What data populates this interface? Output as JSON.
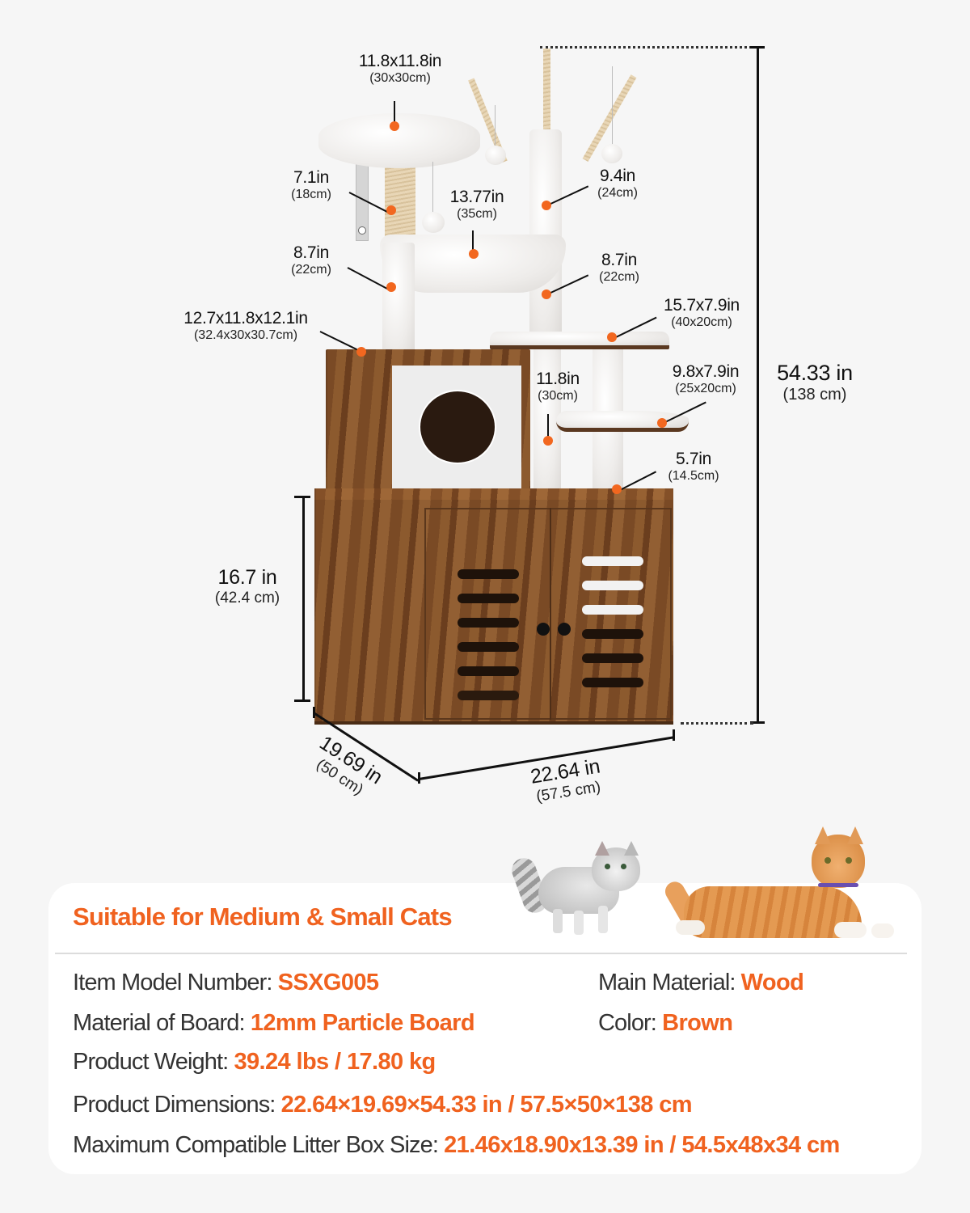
{
  "accent_color": "#f0621f",
  "dimensions": {
    "top_perch": {
      "main": "11.8x11.8in",
      "sub": "(30x30cm)"
    },
    "sisal_post": {
      "main": "7.1in",
      "sub": "(18cm)"
    },
    "hammock": {
      "main": "13.77in",
      "sub": "(35cm)"
    },
    "left_post": {
      "main": "8.7in",
      "sub": "(22cm)"
    },
    "condo": {
      "main": "12.7x11.8x12.1in",
      "sub": "(32.4x30x30.7cm)"
    },
    "top_right_post": {
      "main": "9.4in",
      "sub": "(24cm)"
    },
    "middle_right_post": {
      "main": "8.7in",
      "sub": "(22cm)"
    },
    "large_platform": {
      "main": "15.7x7.9in",
      "sub": "(40x20cm)"
    },
    "condo_side_post": {
      "main": "11.8in",
      "sub": "(30cm)"
    },
    "small_platform": {
      "main": "9.8x7.9in",
      "sub": "(25x20cm)"
    },
    "bottom_post": {
      "main": "5.7in",
      "sub": "(14.5cm)"
    },
    "total_height": {
      "main": "54.33 in",
      "sub": "(138 cm)"
    },
    "cabinet_height": {
      "main": "16.7 in",
      "sub": "(42.4 cm)"
    },
    "depth": {
      "main": "19.69 in",
      "sub": "(50 cm)"
    },
    "width": {
      "main": "22.64 in",
      "sub": "(57.5 cm)"
    }
  },
  "card": {
    "title": "Suitable for Medium & Small Cats",
    "specs": [
      {
        "label": "Item Model Number: ",
        "value": "SSXG005"
      },
      {
        "label": "Main Material: ",
        "value": "Wood"
      },
      {
        "label": "Material of Board: ",
        "value": "12mm Particle Board"
      },
      {
        "label": "Color: ",
        "value": "Brown"
      },
      {
        "label": "Product Weight: ",
        "value": "39.24 lbs / 17.80 kg"
      },
      {
        "label": "Product Dimensions: ",
        "value": "22.64×19.69×54.33 in / 57.5×50×138 cm"
      },
      {
        "label": "Maximum Compatible Litter Box Size: ",
        "value": "21.46x18.90x13.39 in / 54.5x48x34 cm"
      }
    ]
  }
}
